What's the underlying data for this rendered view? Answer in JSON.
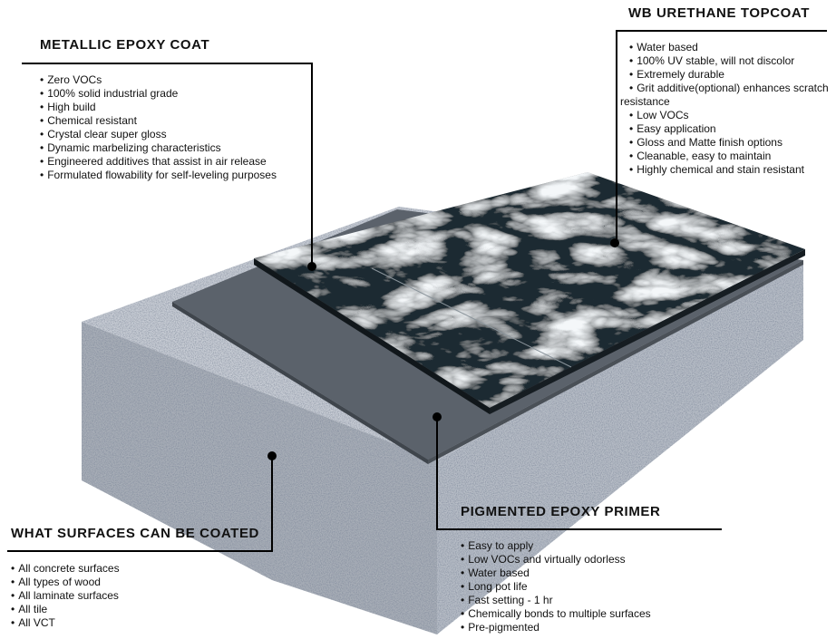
{
  "metallic": {
    "title": "METALLIC EPOXY COAT",
    "items": [
      "Zero VOCs",
      "100% solid industrial grade",
      "High build",
      "Chemical resistant",
      "Crystal clear super gloss",
      "Dynamic marbelizing characteristics",
      "Engineered additives that assist in air release",
      "Formulated flowability for self-leveling purposes"
    ]
  },
  "topcoat": {
    "title": "WB URETHANE TOPCOAT",
    "items": [
      "Water based",
      "100% UV stable, will not discolor",
      "Extremely durable",
      "Grit additive(optional) enhances scratch",
      "Low VOCs",
      "Easy application",
      "Gloss and Matte finish options",
      "Cleanable, easy to maintain",
      "Highly chemical and stain resistant"
    ],
    "wrap_text": "resistance"
  },
  "primer": {
    "title": "PIGMENTED EPOXY PRIMER",
    "items": [
      "Easy to apply",
      "Low VOCs and virtually odorless",
      "Water based",
      "Long pot life",
      "Fast setting - 1 hr",
      "Chemically bonds to multiple surfaces",
      "Pre-pigmented"
    ]
  },
  "surfaces": {
    "title": "WHAT SURFACES CAN BE COATED",
    "items": [
      "All concrete surfaces",
      "All types of wood",
      "All laminate surfaces",
      "All tile",
      "All VCT"
    ]
  },
  "colors": {
    "concrete_top": "#c9ced6",
    "concrete_front": "#a9afb8",
    "concrete_side": "#b8bec7",
    "primer": "#5b626b",
    "marble": "#1f2a30",
    "callout_line": "#000000"
  }
}
